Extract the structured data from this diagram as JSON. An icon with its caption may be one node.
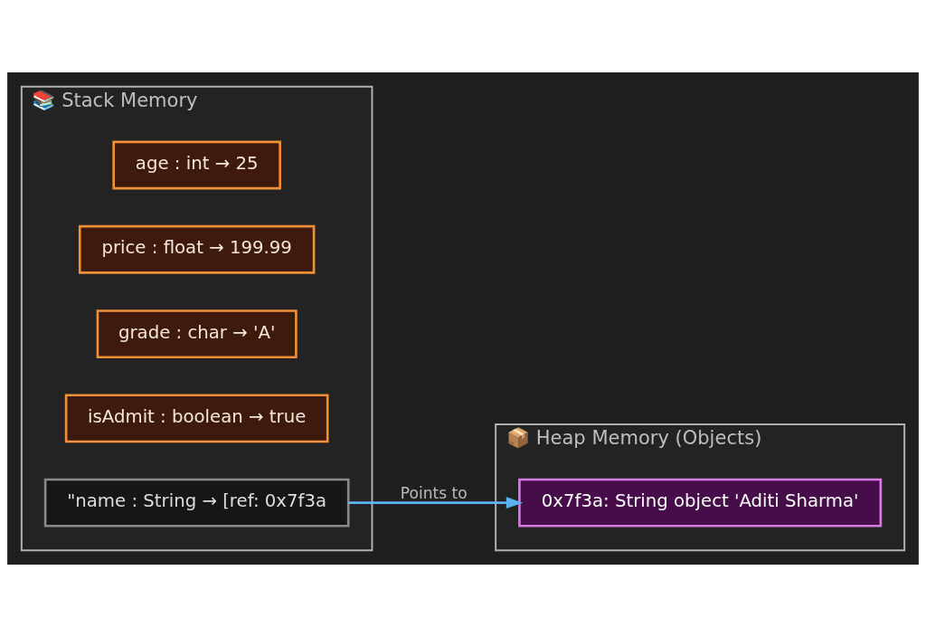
{
  "diagram": {
    "nodes": [
      {
        "text": [
          "📚 Stack Memory"
        ]
      },
      {
        "text": [
          "age : int → 25"
        ],
        "in": 0
      },
      {
        "text": [
          "price : float → 199.99"
        ],
        "in": 0
      },
      {
        "text": [
          "grade : char → 'A'"
        ],
        "in": 0
      },
      {
        "text": [
          "isAdmit : boolean → true"
        ],
        "in": 0
      },
      {
        "text": [
          "\"name : String → [ref: 0x7f3a"
        ],
        "in": 0
      },
      {
        "text": [
          "📦 Heap Memory (Objects)"
        ]
      },
      {
        "text": [
          "0x7f3a: String object 'Aditi Sharma'"
        ],
        "in": 6
      }
    ],
    "edges": [
      {
        "from": 5,
        "to": 7,
        "arrow": "to",
        "label": "Points to",
        "color": "#5ab4f0"
      }
    ]
  }
}
